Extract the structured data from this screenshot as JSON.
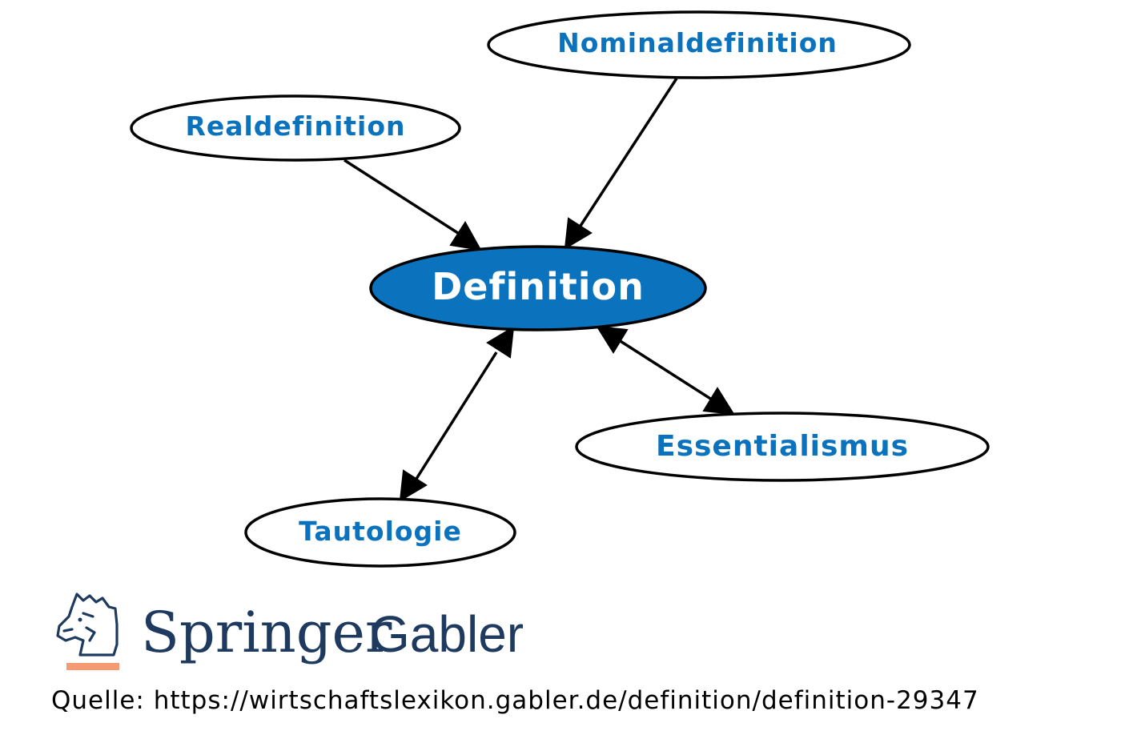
{
  "colors": {
    "center_fill": "#0b73be",
    "node_text": "#0b73be",
    "logo_text": "#1f3a5f",
    "logo_accent": "#f59b73"
  },
  "nodes": {
    "center": "Definition",
    "nominaldefinition": "Nominaldefinition",
    "realdefinition": "Realdefinition",
    "essentialismus": "Essentialismus",
    "tautologie": "Tautologie"
  },
  "logo": {
    "icon": "knight-horse-icon",
    "word1": "Springer",
    "word2": "Gabler"
  },
  "source": "Quelle: https://wirtschaftslexikon.gabler.de/definition/definition-29347"
}
